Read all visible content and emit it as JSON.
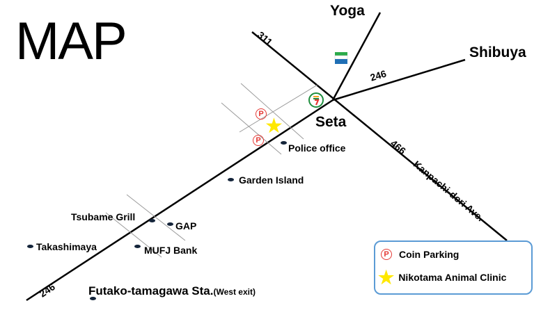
{
  "title": "MAP",
  "places": {
    "yoga": "Yoga",
    "shibuya": "Shibuya",
    "seta": "Seta",
    "police": "Police office",
    "garden": "Garden Island",
    "tsubame": "Tsubame Grill",
    "gap": "GAP",
    "takashimaya": "Takashimaya",
    "mufj": "MUFJ Bank",
    "station": "Futako-tamagawa Sta.",
    "station_exit": "(West exit)"
  },
  "roads": {
    "r311": "311",
    "r246_east": "246",
    "r466": "466",
    "kanpachi": "Kanpachi-dori Ave.",
    "r246_south": "246"
  },
  "legend": {
    "parking": "Coin Parking",
    "parking_symbol": "P",
    "clinic": "Nikotama Animal Clinic"
  },
  "colors": {
    "legend_border": "#5b9bd5",
    "parking": "#e53935",
    "star": "#ffe800",
    "seven_green": "#1e8e3e",
    "seven_red": "#e53935",
    "seven_orange": "#f5a623"
  },
  "icons": [
    "seven-eleven-icon",
    "family-mart-icon",
    "parking-icon",
    "clinic-star-icon",
    "landmark-dot-icon"
  ]
}
